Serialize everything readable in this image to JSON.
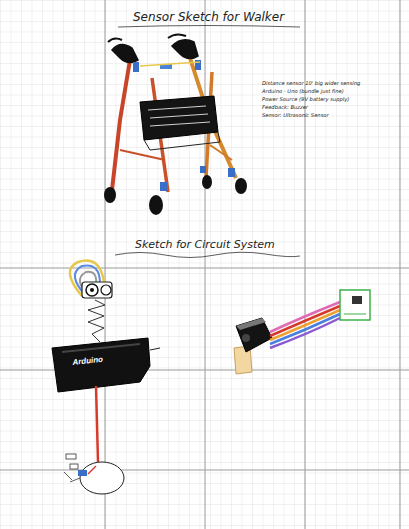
{
  "diagram": {
    "title": "Sensor Sketch for Walker",
    "labels": [
      "Distance sensor 10' big wider sensing",
      "Arduino - Uno (bundle just fine)",
      "Power Source (9V battery supply)",
      "Feedback: Buzzer",
      "Sensor: Ultrasonic Sensor",
      "Sketch for Circuit System",
      "Arduino"
    ]
  }
}
